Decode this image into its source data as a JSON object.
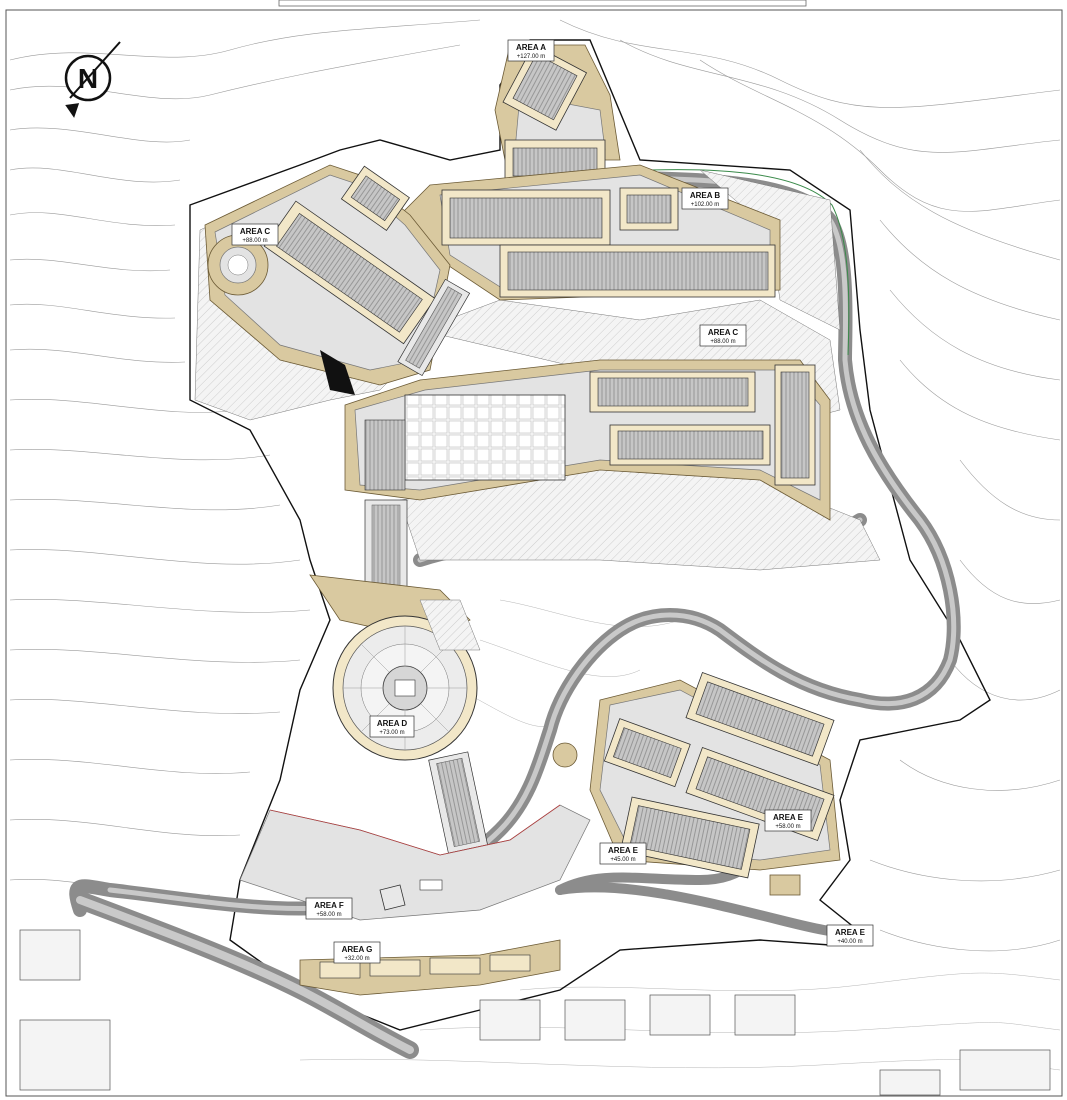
{
  "compass": {
    "letter": "N",
    "icon": "north-arrow-icon"
  },
  "areas": [
    {
      "id": "area-a",
      "name": "AREA A",
      "elevation": "+127.00 m"
    },
    {
      "id": "area-b",
      "name": "AREA B",
      "elevation": "+102.00 m"
    },
    {
      "id": "area-c1",
      "name": "AREA C",
      "elevation": "+88.00 m"
    },
    {
      "id": "area-c2",
      "name": "AREA C",
      "elevation": "+88.00 m"
    },
    {
      "id": "area-d",
      "name": "AREA D",
      "elevation": "+73.00 m"
    },
    {
      "id": "area-e1",
      "name": "AREA E",
      "elevation": "+58.00 m"
    },
    {
      "id": "area-e2",
      "name": "AREA E",
      "elevation": "+45.00 m"
    },
    {
      "id": "area-e3",
      "name": "AREA E",
      "elevation": "+40.00 m"
    },
    {
      "id": "area-f",
      "name": "AREA F",
      "elevation": "+58.00 m"
    },
    {
      "id": "area-g",
      "name": "AREA G",
      "elevation": "+32.00 m"
    }
  ],
  "colors": {
    "sand": "#d9c9a0",
    "paving": "#e3e3e3",
    "road": "#8c8c8c",
    "contour": "#9a9a9a",
    "boundary": "#111111",
    "green_edge": "#3a8a4a"
  }
}
